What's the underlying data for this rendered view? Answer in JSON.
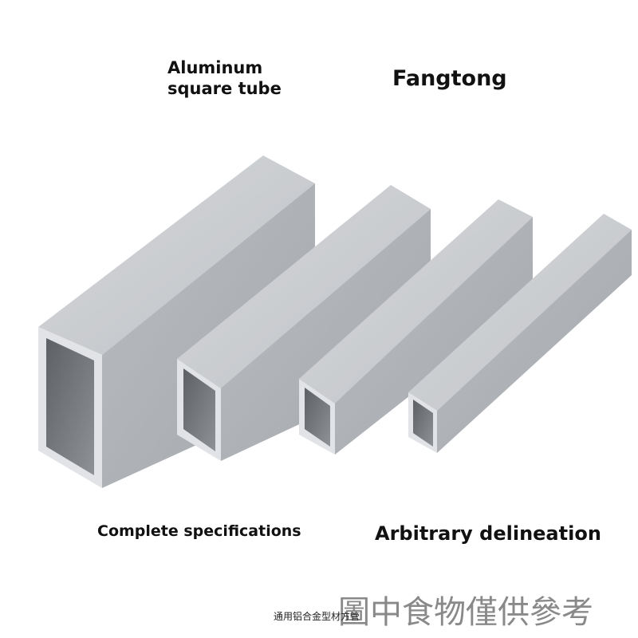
{
  "captions": {
    "aluminum_line1": "Aluminum",
    "aluminum_line2": "square tube",
    "fangtong": "Fangtong",
    "complete": "Complete specifications",
    "arbitrary": "Arbitrary delineation"
  },
  "footnote": "通用铝合金型材方管",
  "watermark": "圖中食物僅供參考",
  "colors": {
    "background": "#ffffff",
    "tube_top": "#c9cbcf",
    "tube_side": "#b3b6ba",
    "tube_face": "#dfe1e4",
    "tube_inner": "#6f7377"
  }
}
